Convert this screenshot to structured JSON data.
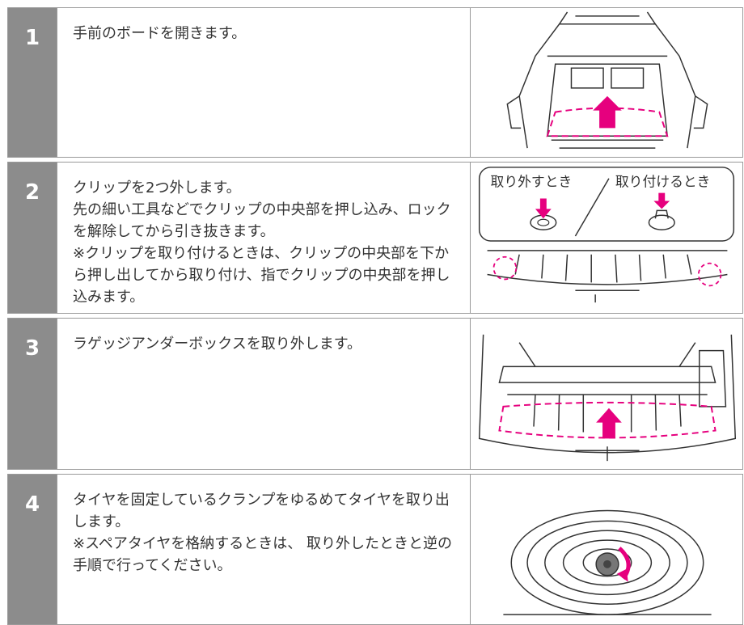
{
  "steps": [
    {
      "number": "1",
      "text": "手前のボードを開きます。",
      "figure": "open-board-illustration"
    },
    {
      "number": "2",
      "text": "クリップを2つ外します。\n先の細い工具などでクリップの中央部を押し込み、ロックを解除してから引き抜きます。\n※クリップを取り付けるときは、クリップの中央部を下から押し出してから取り付け、指でクリップの中央部を押し込みます。",
      "figure": "clip-removal-illustration",
      "callout": {
        "remove_label": "取り外すとき",
        "attach_label": "取り付けるとき"
      }
    },
    {
      "number": "3",
      "text": "ラゲッジアンダーボックスを取り外します。",
      "figure": "luggage-under-box-illustration"
    },
    {
      "number": "4",
      "text": "タイヤを固定しているクランプをゆるめてタイヤを取り出します。\n※スペアタイヤを格納するときは、 取り外したときと逆の手順で行ってください。",
      "figure": "spare-tire-illustration"
    }
  ],
  "colors": {
    "number_bg": "#8c8c8c",
    "highlight": "#e6007e",
    "line": "#333333"
  }
}
